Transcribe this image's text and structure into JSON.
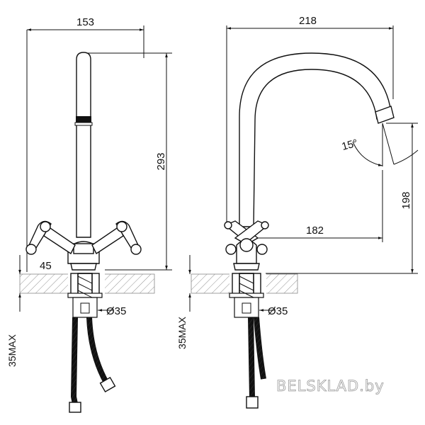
{
  "dimensions": {
    "left_width": "153",
    "left_height": "293",
    "left_angle": "45",
    "left_diameter": "Ø35",
    "left_max": "35MAX",
    "right_width": "218",
    "right_angle": "15°",
    "right_reach": "182",
    "right_height": "198",
    "right_diameter": "Ø35",
    "right_max": "35MAX"
  },
  "watermark": "BELSKLAD.by"
}
